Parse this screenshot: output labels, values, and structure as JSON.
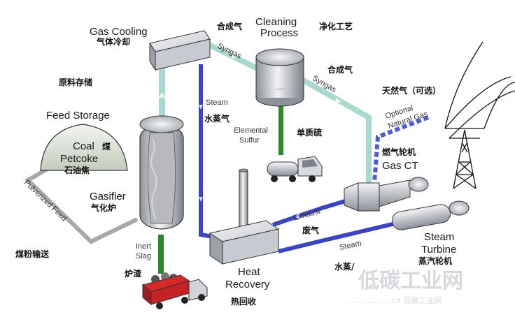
{
  "labels": {
    "gas_cooling_en": "Gas Cooling",
    "gas_cooling_zh": "气体冷却",
    "syngas_top_zh": "合成气",
    "cleaning_en_1": "Cleaning",
    "cleaning_en_2": "Process",
    "cleaning_zh": "净化工艺",
    "syngas_right_zh": "合成气",
    "feed_storage_zh": "原料存储",
    "feed_storage_en": "Feed Storage",
    "coal_en": "Coal",
    "coal_zh": "煤",
    "petcoke_en": "Petcoke",
    "petcoke_zh": "石油焦",
    "gasifier_en": "Gasifier",
    "gasifier_zh": "气化炉",
    "pulverized_feed_en": "Pulverized Feed",
    "pulverized_feed_zh": "煤粉输送",
    "inert_slag_en_1": "Inert",
    "inert_slag_en_2": "Slag",
    "slag_zh": "炉渣",
    "steam_left_en": "Steam",
    "steam_left_zh": "水蒸气",
    "elemental_sulfur_en_1": "Elemental",
    "elemental_sulfur_en_2": "Sulfur",
    "sulfur_zh": "单质硫",
    "natural_gas_zh": "天然气（可选）",
    "optional_natural_gas_en_1": "Optional",
    "optional_natural_gas_en_2": "Natural Gas",
    "gas_ct_zh": "燃气轮机",
    "gas_ct_en": "Gas CT",
    "exhaust_en": "Exhaust",
    "exhaust_zh": "废气",
    "steam_bottom_en": "Steam",
    "steam_bottom_zh": "水蒸/",
    "heat_recovery_en_1": "Heat",
    "heat_recovery_en_2": "Recovery",
    "heat_recovery_zh": "热回收",
    "steam_turbine_en_1": "Steam",
    "steam_turbine_en_2": "Turbine",
    "steam_turbine_zh": "蒸汽轮机",
    "syngas_flow_1": "Syngas",
    "syngas_flow_2": "Syngas"
  },
  "watermark": {
    "text": "低碳工业网",
    "sub": "……………..cn  低碳工业网"
  },
  "colors": {
    "syngas_pipe": "#a8d9cf",
    "steam_pipe": "#3b44c8",
    "slag_pipe": "#2a8a2a",
    "feed_pipe": "#a8a8a8",
    "natural_gas_pipe": "#4a5be0",
    "equipment": "#e0e2e6",
    "truck_red": "#d8282a"
  }
}
